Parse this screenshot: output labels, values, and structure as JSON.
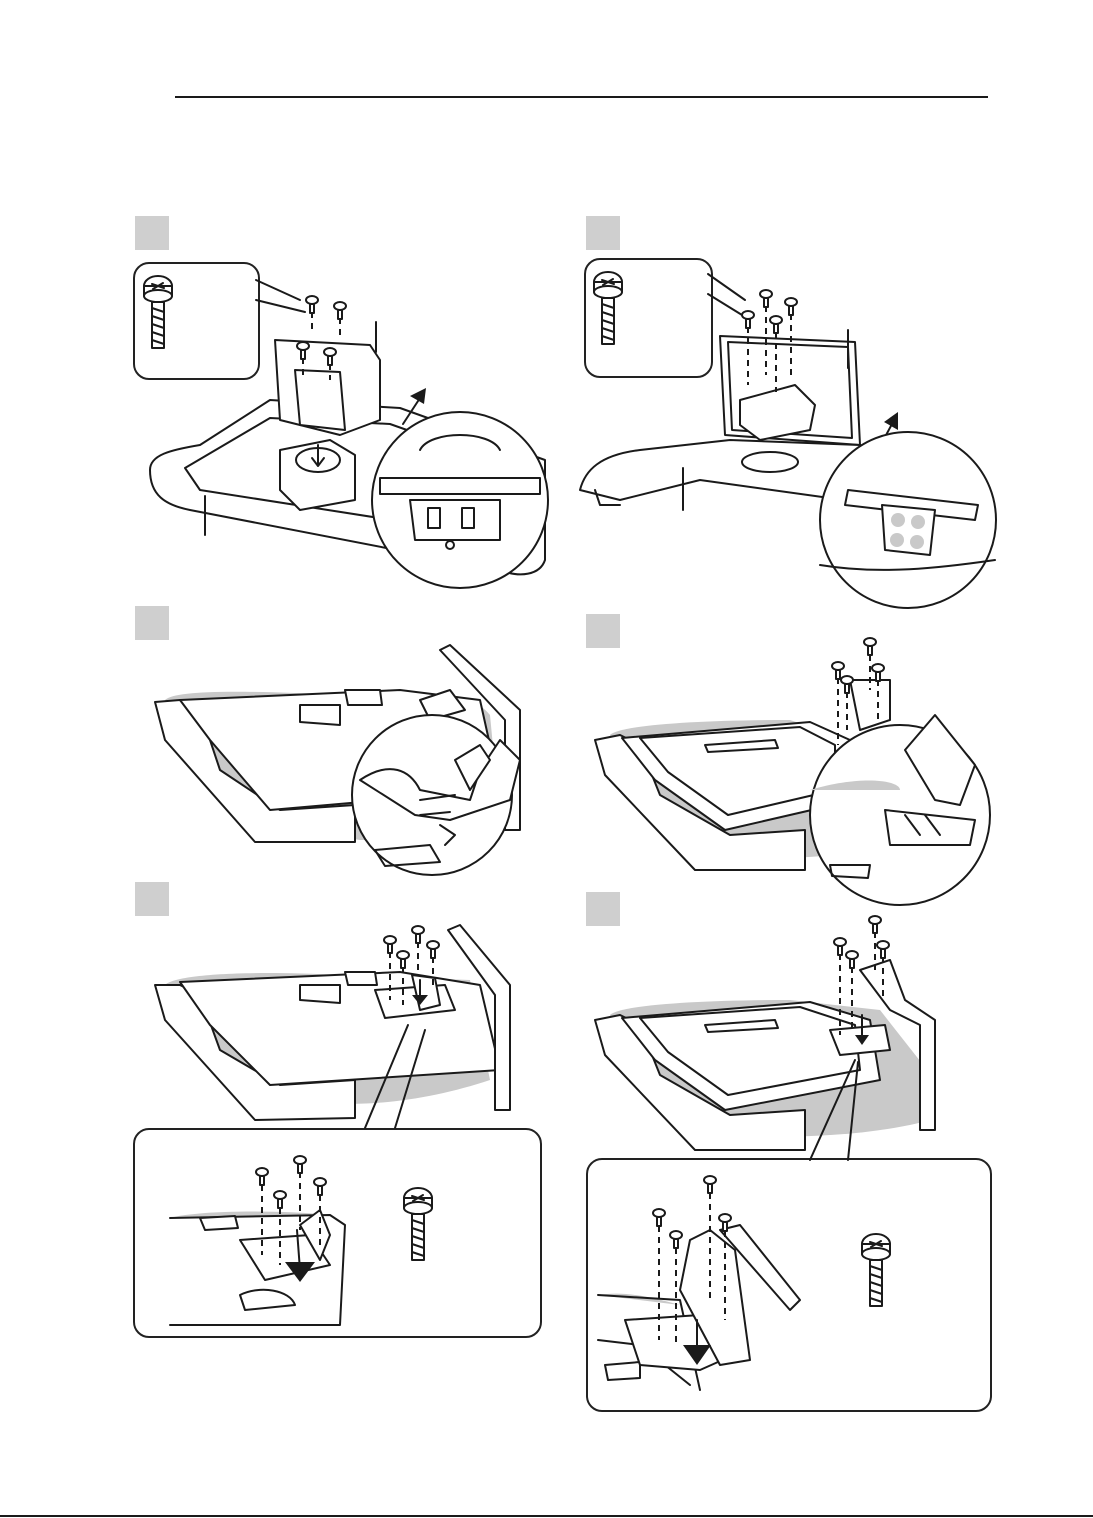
{
  "page": {
    "steps": [
      {
        "id": "step-1-left"
      },
      {
        "id": "step-1-right"
      },
      {
        "id": "step-2-left"
      },
      {
        "id": "step-2-right"
      },
      {
        "id": "step-3-left"
      },
      {
        "id": "step-3-right"
      }
    ],
    "icons": [
      "screw-icon",
      "arrow-icon",
      "tv-panel-icon",
      "stand-base-icon"
    ],
    "colors": {
      "line": "#1a1a1a",
      "shade": "#c9c9c9",
      "step_box": "#cfcfcf"
    }
  }
}
